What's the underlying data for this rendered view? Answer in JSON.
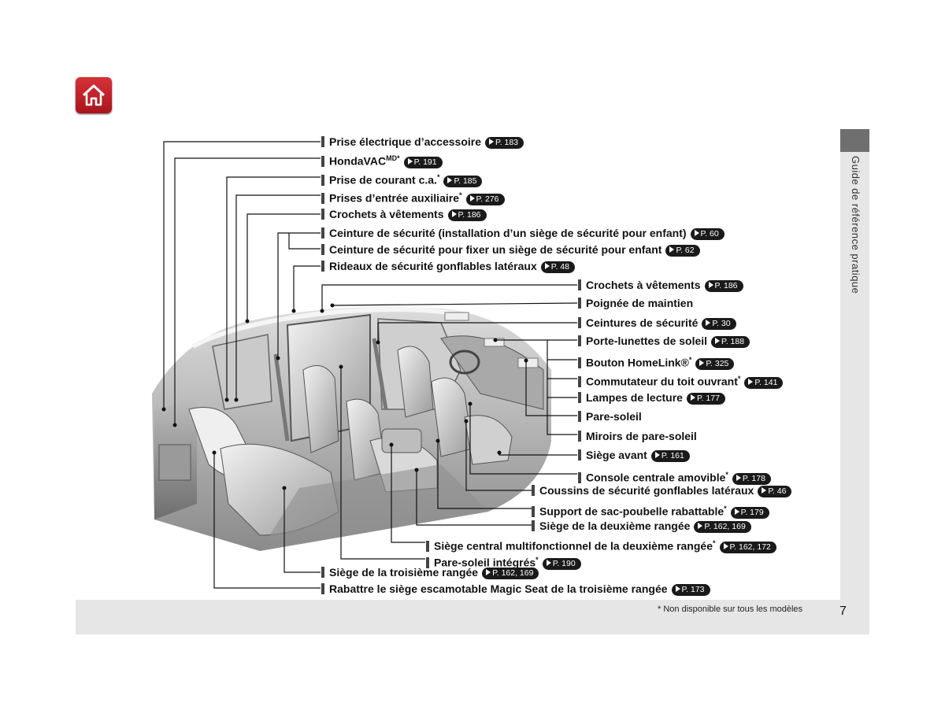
{
  "side_tab": "Guide de référence pratique",
  "footnote": "* Non disponible sur tous les modèles",
  "page_number": "7",
  "labels": [
    {
      "text": "Prise électrique d’accessoire",
      "star": "",
      "ref": "P. 183"
    },
    {
      "text": "HondaVAC",
      "sup": "MD",
      "star": "*",
      "ref": "P. 191"
    },
    {
      "text": "Prise de courant c.a.",
      "star": "*",
      "ref": "P. 185"
    },
    {
      "text": "Prises d’entrée auxiliaire",
      "star": "*",
      "ref": "P. 276"
    },
    {
      "text": "Crochets à vêtements",
      "star": "",
      "ref": "P. 186"
    },
    {
      "text": "Ceinture de sécurité (installation d’un siège de sécurité pour enfant)",
      "star": "",
      "ref": "P. 60"
    },
    {
      "text": "Ceinture de sécurité pour fixer un siège de sécurité pour enfant",
      "star": "",
      "ref": "P. 62"
    },
    {
      "text": "Rideaux de sécurité gonflables latéraux",
      "star": "",
      "ref": "P. 48"
    },
    {
      "text": "Crochets à vêtements",
      "star": "",
      "ref": "P. 186"
    },
    {
      "text": "Poignée de maintien",
      "star": "",
      "ref": ""
    },
    {
      "text": "Ceintures de sécurité",
      "star": "",
      "ref": "P. 30"
    },
    {
      "text": "Porte-lunettes de soleil",
      "star": "",
      "ref": "P. 188"
    },
    {
      "text": "Bouton HomeLink®",
      "star": "*",
      "ref": "P. 325"
    },
    {
      "text": "Commutateur du toit ouvrant",
      "star": "*",
      "ref": "P. 141"
    },
    {
      "text": "Lampes de lecture",
      "star": "",
      "ref": "P. 177"
    },
    {
      "text": "Pare-soleil",
      "star": "",
      "ref": ""
    },
    {
      "text": "Miroirs de pare-soleil",
      "star": "",
      "ref": ""
    },
    {
      "text": "Siège avant",
      "star": "",
      "ref": "P. 161"
    },
    {
      "text": "Console centrale amovible",
      "star": "*",
      "ref": "P. 178"
    },
    {
      "text": "Coussins de sécurité gonflables latéraux",
      "star": "",
      "ref": "P. 46"
    },
    {
      "text": "Support de sac-poubelle rabattable",
      "star": "*",
      "ref": "P. 179"
    },
    {
      "text": "Siège de la deuxième rangée",
      "star": "",
      "ref": "P. 162, 169"
    },
    {
      "text": "Siège central multifonctionnel de la deuxième rangée",
      "star": "*",
      "ref": "P. 162, 172"
    },
    {
      "text": "Pare-soleil intégrés",
      "star": "*",
      "ref": "P. 190"
    },
    {
      "text": "Siège de la troisième rangée",
      "star": "",
      "ref": "P. 162, 169"
    },
    {
      "text": "Rabattre le siège escamotable Magic Seat de la troisième rangée",
      "star": "",
      "ref": "P. 173"
    }
  ]
}
